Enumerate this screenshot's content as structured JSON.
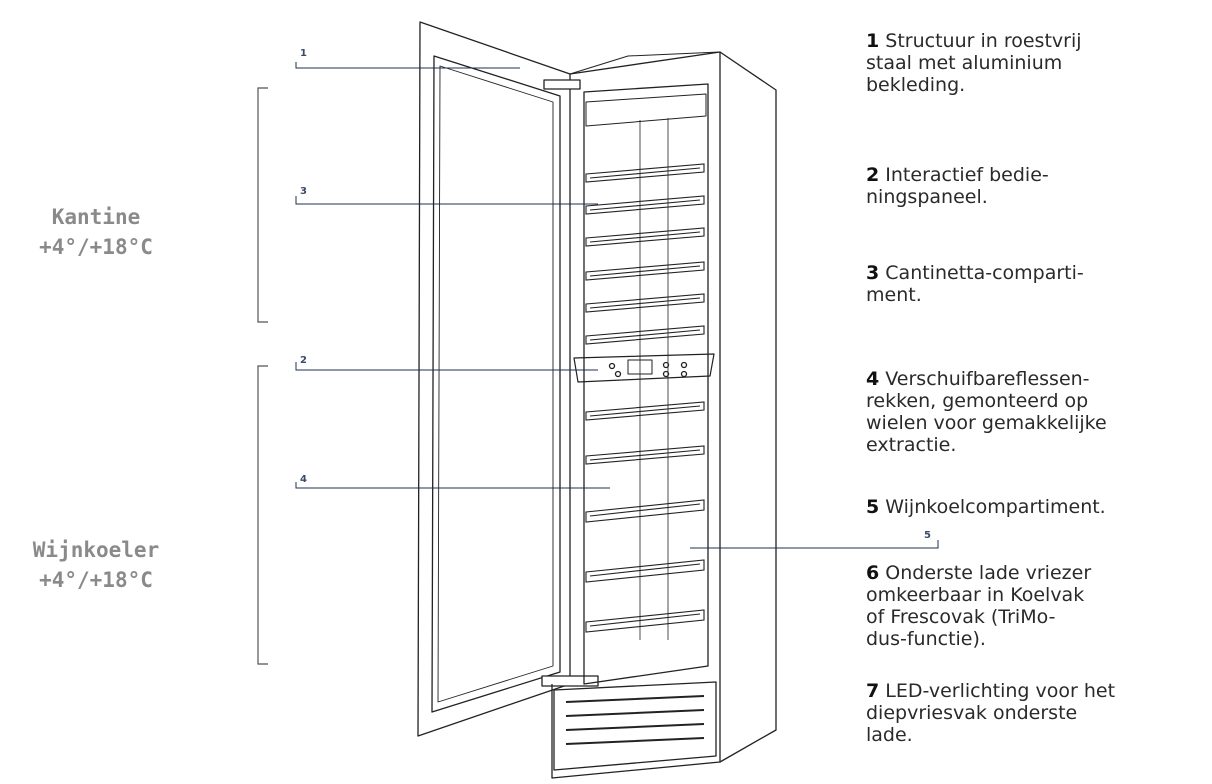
{
  "zones": [
    {
      "name": "Kantine",
      "temp": "+4°/+18°C"
    },
    {
      "name": "Wijnkoeler",
      "temp": "+4°/+18°C"
    }
  ],
  "callouts": [
    "1",
    "2",
    "3",
    "4",
    "5"
  ],
  "legend": [
    {
      "num": "1",
      "text": "Structuur in roestvrij\nstaal met aluminium\nbekleding."
    },
    {
      "num": "2",
      "text": "Interactief bedie-\nningspaneel."
    },
    {
      "num": "3",
      "text": "Cantinetta-comparti-\nment."
    },
    {
      "num": "4",
      "text": "Verschuifbareflessen-\nrekken, gemonteerd op\nwielen voor gemakkelijke\nextractie."
    },
    {
      "num": "5",
      "text": "Wijnkoelcompartiment."
    },
    {
      "num": "6",
      "text": "Onderste lade vriezer\nomkeerbaar in Koelvak\nof Frescovak (TriMo-\ndus-functie)."
    },
    {
      "num": "7",
      "text": "LED-verlichting voor het\ndiepvriesvak onderste\nlade."
    }
  ],
  "colors": {
    "line": "#222222",
    "leader": "#1f3050",
    "bracket": "#555555",
    "zone_text": "#8a8a8a"
  }
}
